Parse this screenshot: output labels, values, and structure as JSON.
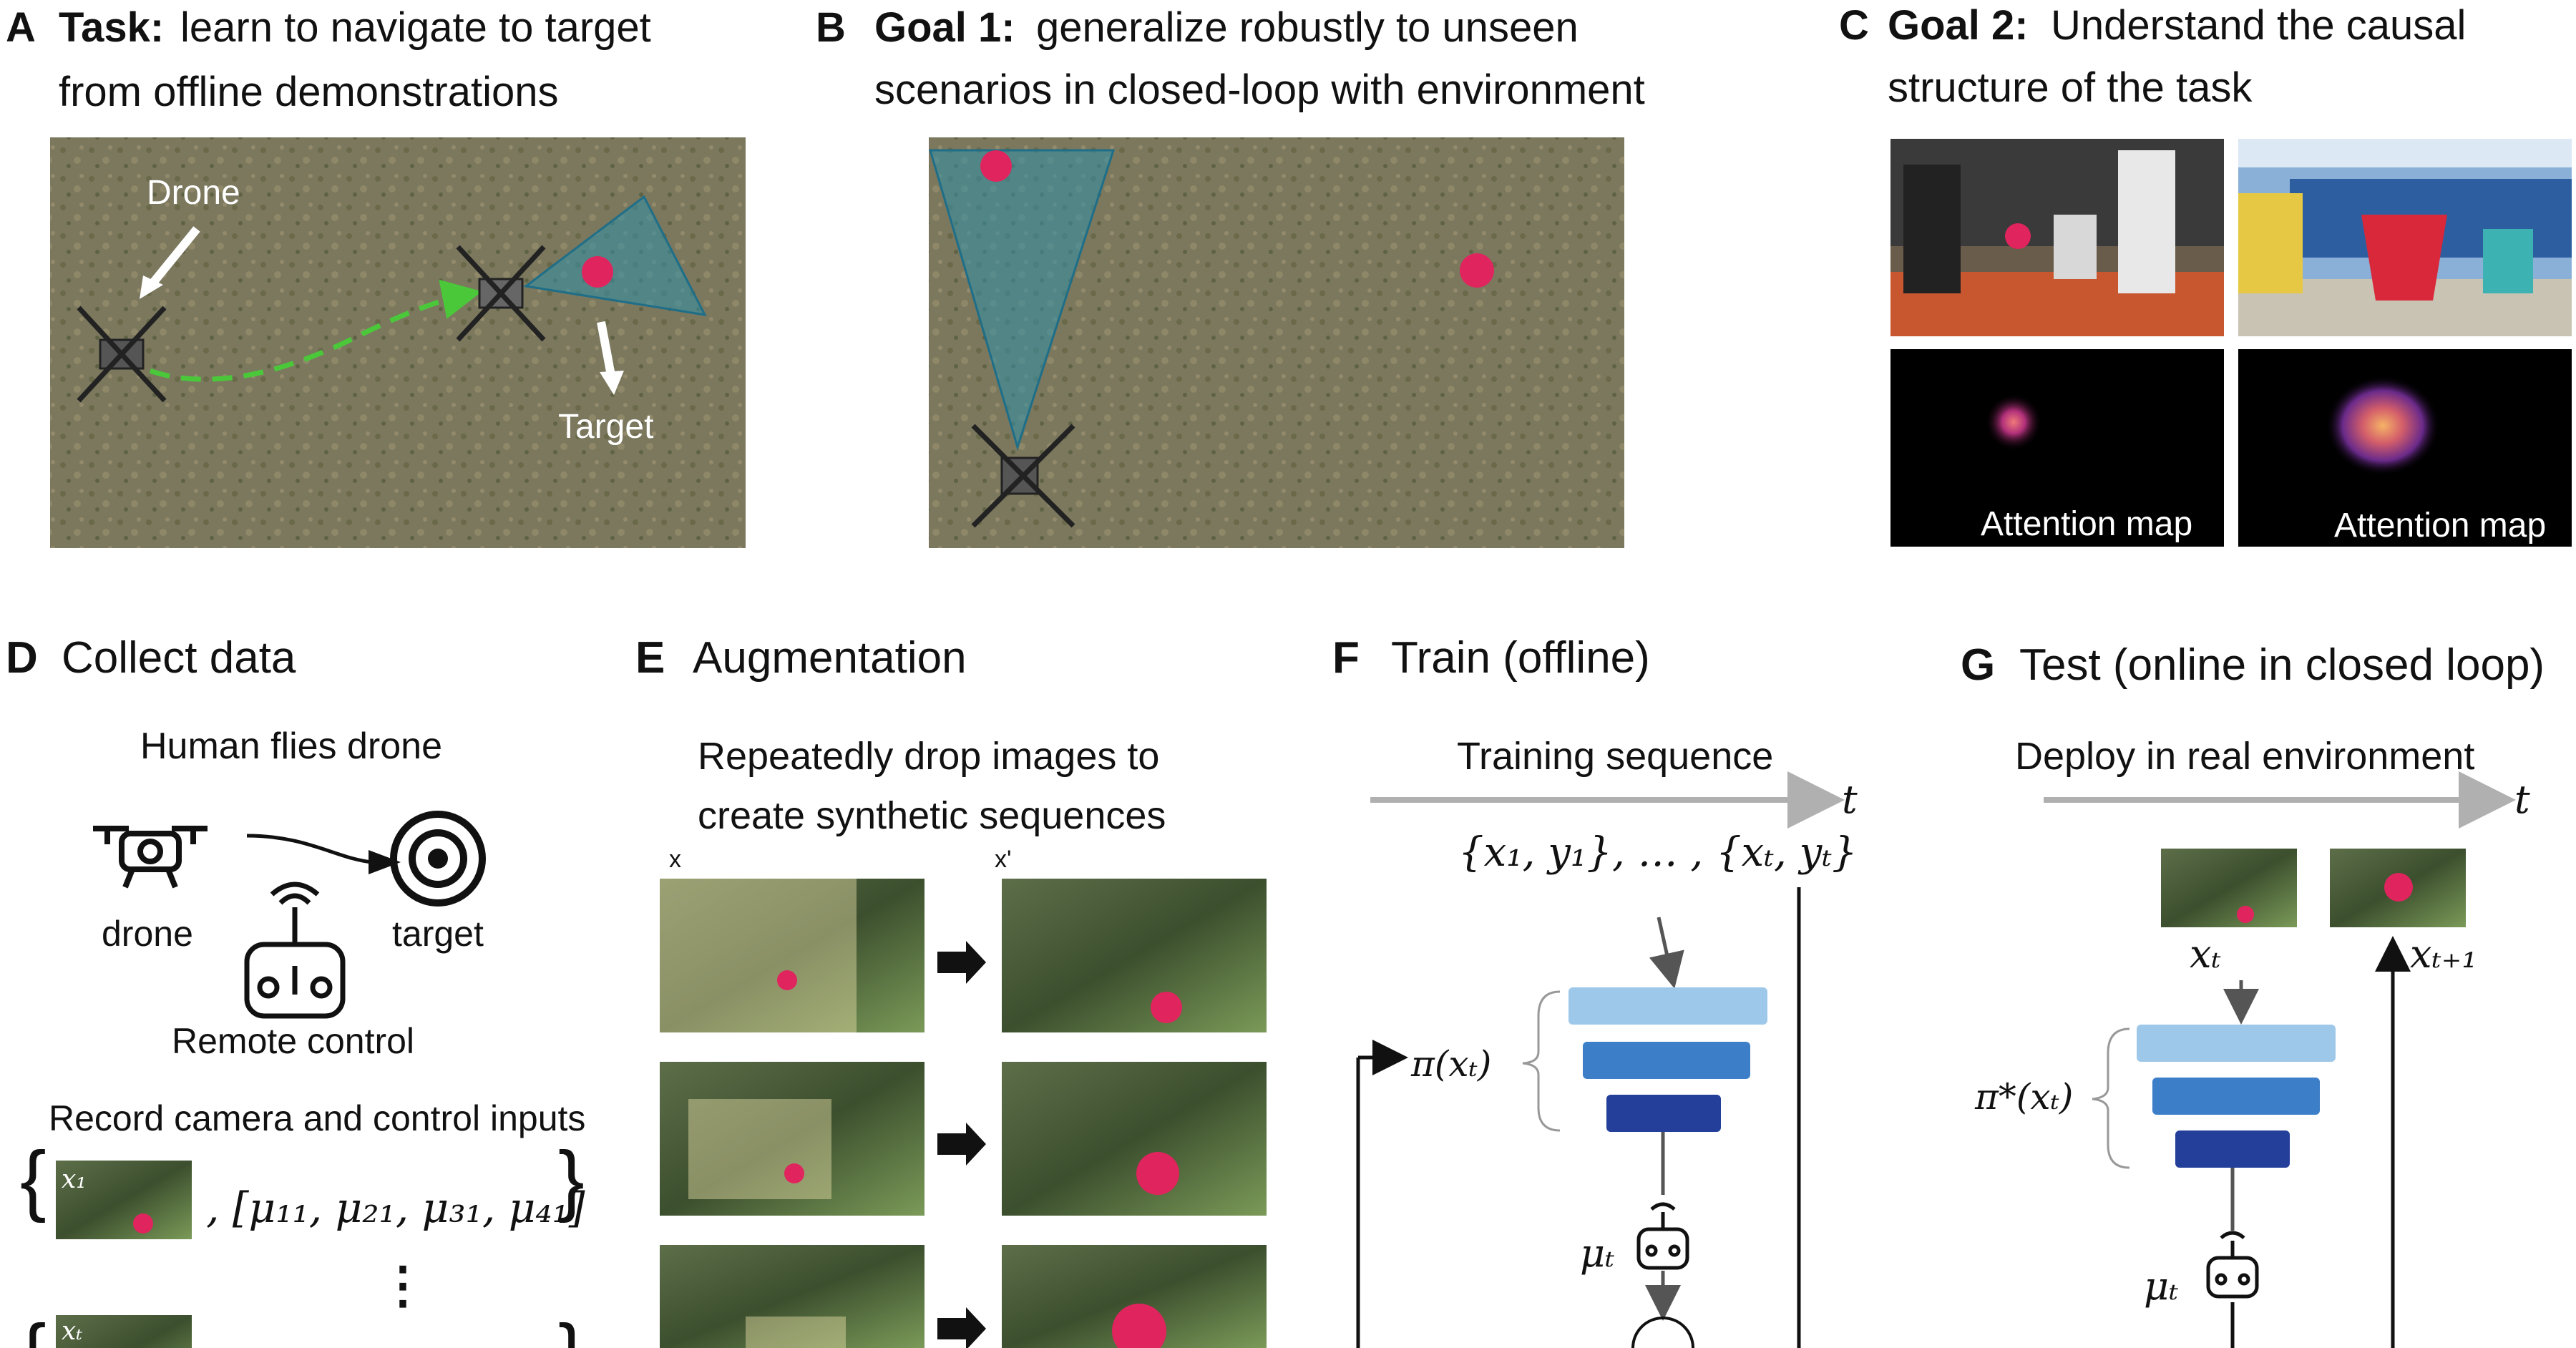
{
  "panelA": {
    "letter": "A",
    "bold": "Task:",
    "line1": "learn to navigate to target",
    "line2": "from offline demonstrations",
    "drone_label": "Drone",
    "target_label": "Target"
  },
  "panelB": {
    "letter": "B",
    "bold": "Goal 1:",
    "line1": "generalize robustly to unseen",
    "line2": "scenarios in closed-loop with environment"
  },
  "panelC": {
    "letter": "C",
    "bold": "Goal 2:",
    "line1": "Understand the causal",
    "line2": "structure of the task",
    "attention_label_1": "Attention map",
    "attention_label_2": "Attention map"
  },
  "panelD": {
    "letter": "D",
    "title": "Collect data",
    "subtitle": "Human flies drone",
    "drone_label": "drone",
    "target_label": "target",
    "remote_label": "Remote control",
    "record_label": "Record camera and control inputs",
    "x1": "x₁",
    "control_tuple": ", [μ₁₁, μ₂₁, μ₃₁, μ₄₁]",
    "xt": "xₜ",
    "ellipsis": "⋮"
  },
  "panelE": {
    "letter": "E",
    "title": "Augmentation",
    "line1": "Repeatedly drop images to",
    "line2": "create synthetic sequences",
    "x_label": "x",
    "xprime_label": "x'"
  },
  "panelF": {
    "letter": "F",
    "title": "Train (offline)",
    "seq_label": "Training sequence",
    "t_label": "t",
    "set_label": "{x₁, y₁}, … , {xₜ, yₜ}",
    "pi_label": "π(xₜ)",
    "mu_label": "μₜ"
  },
  "panelG": {
    "letter": "G",
    "title": "Test (online in closed loop)",
    "deploy_label": "Deploy in real environment",
    "t_label": "t",
    "xt_label": "xₜ",
    "xt1_label": "xₜ₊₁",
    "pi_label": "π*(xₜ)",
    "mu_label": "μₜ"
  },
  "colors": {
    "cone": "#2f8fa8",
    "path": "#4ac83a",
    "layer_light": "#9ec8ea",
    "layer_mid": "#3d7ec8",
    "layer_dark": "#233f9a",
    "grass": "#7d7a60",
    "target": "#e0245e"
  }
}
